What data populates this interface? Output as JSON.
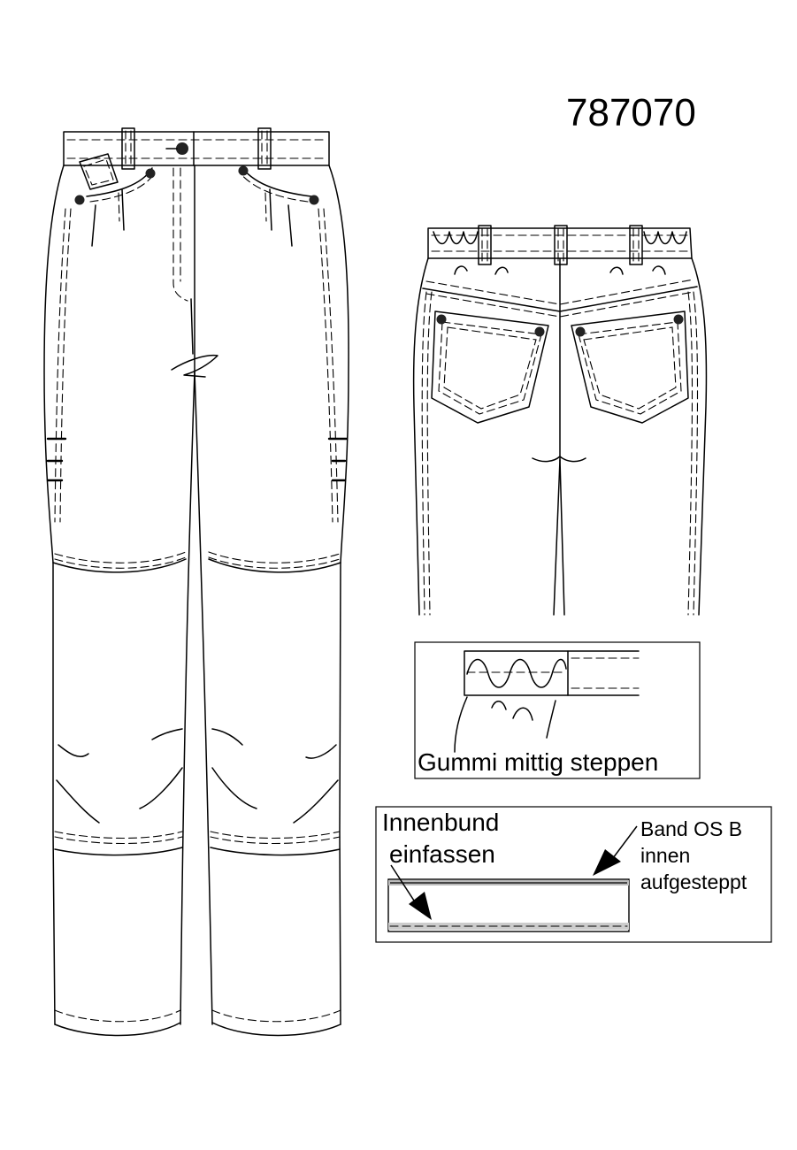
{
  "article_number": "787070",
  "detail_elastic": {
    "label": "Gummi mittig steppen"
  },
  "detail_waistband": {
    "label_left_line1": "Innenbund",
    "label_left_line2": "einfassen",
    "label_right_line1": "Band OS B",
    "label_right_line2": "innen",
    "label_right_line3": "aufgesteppt"
  }
}
